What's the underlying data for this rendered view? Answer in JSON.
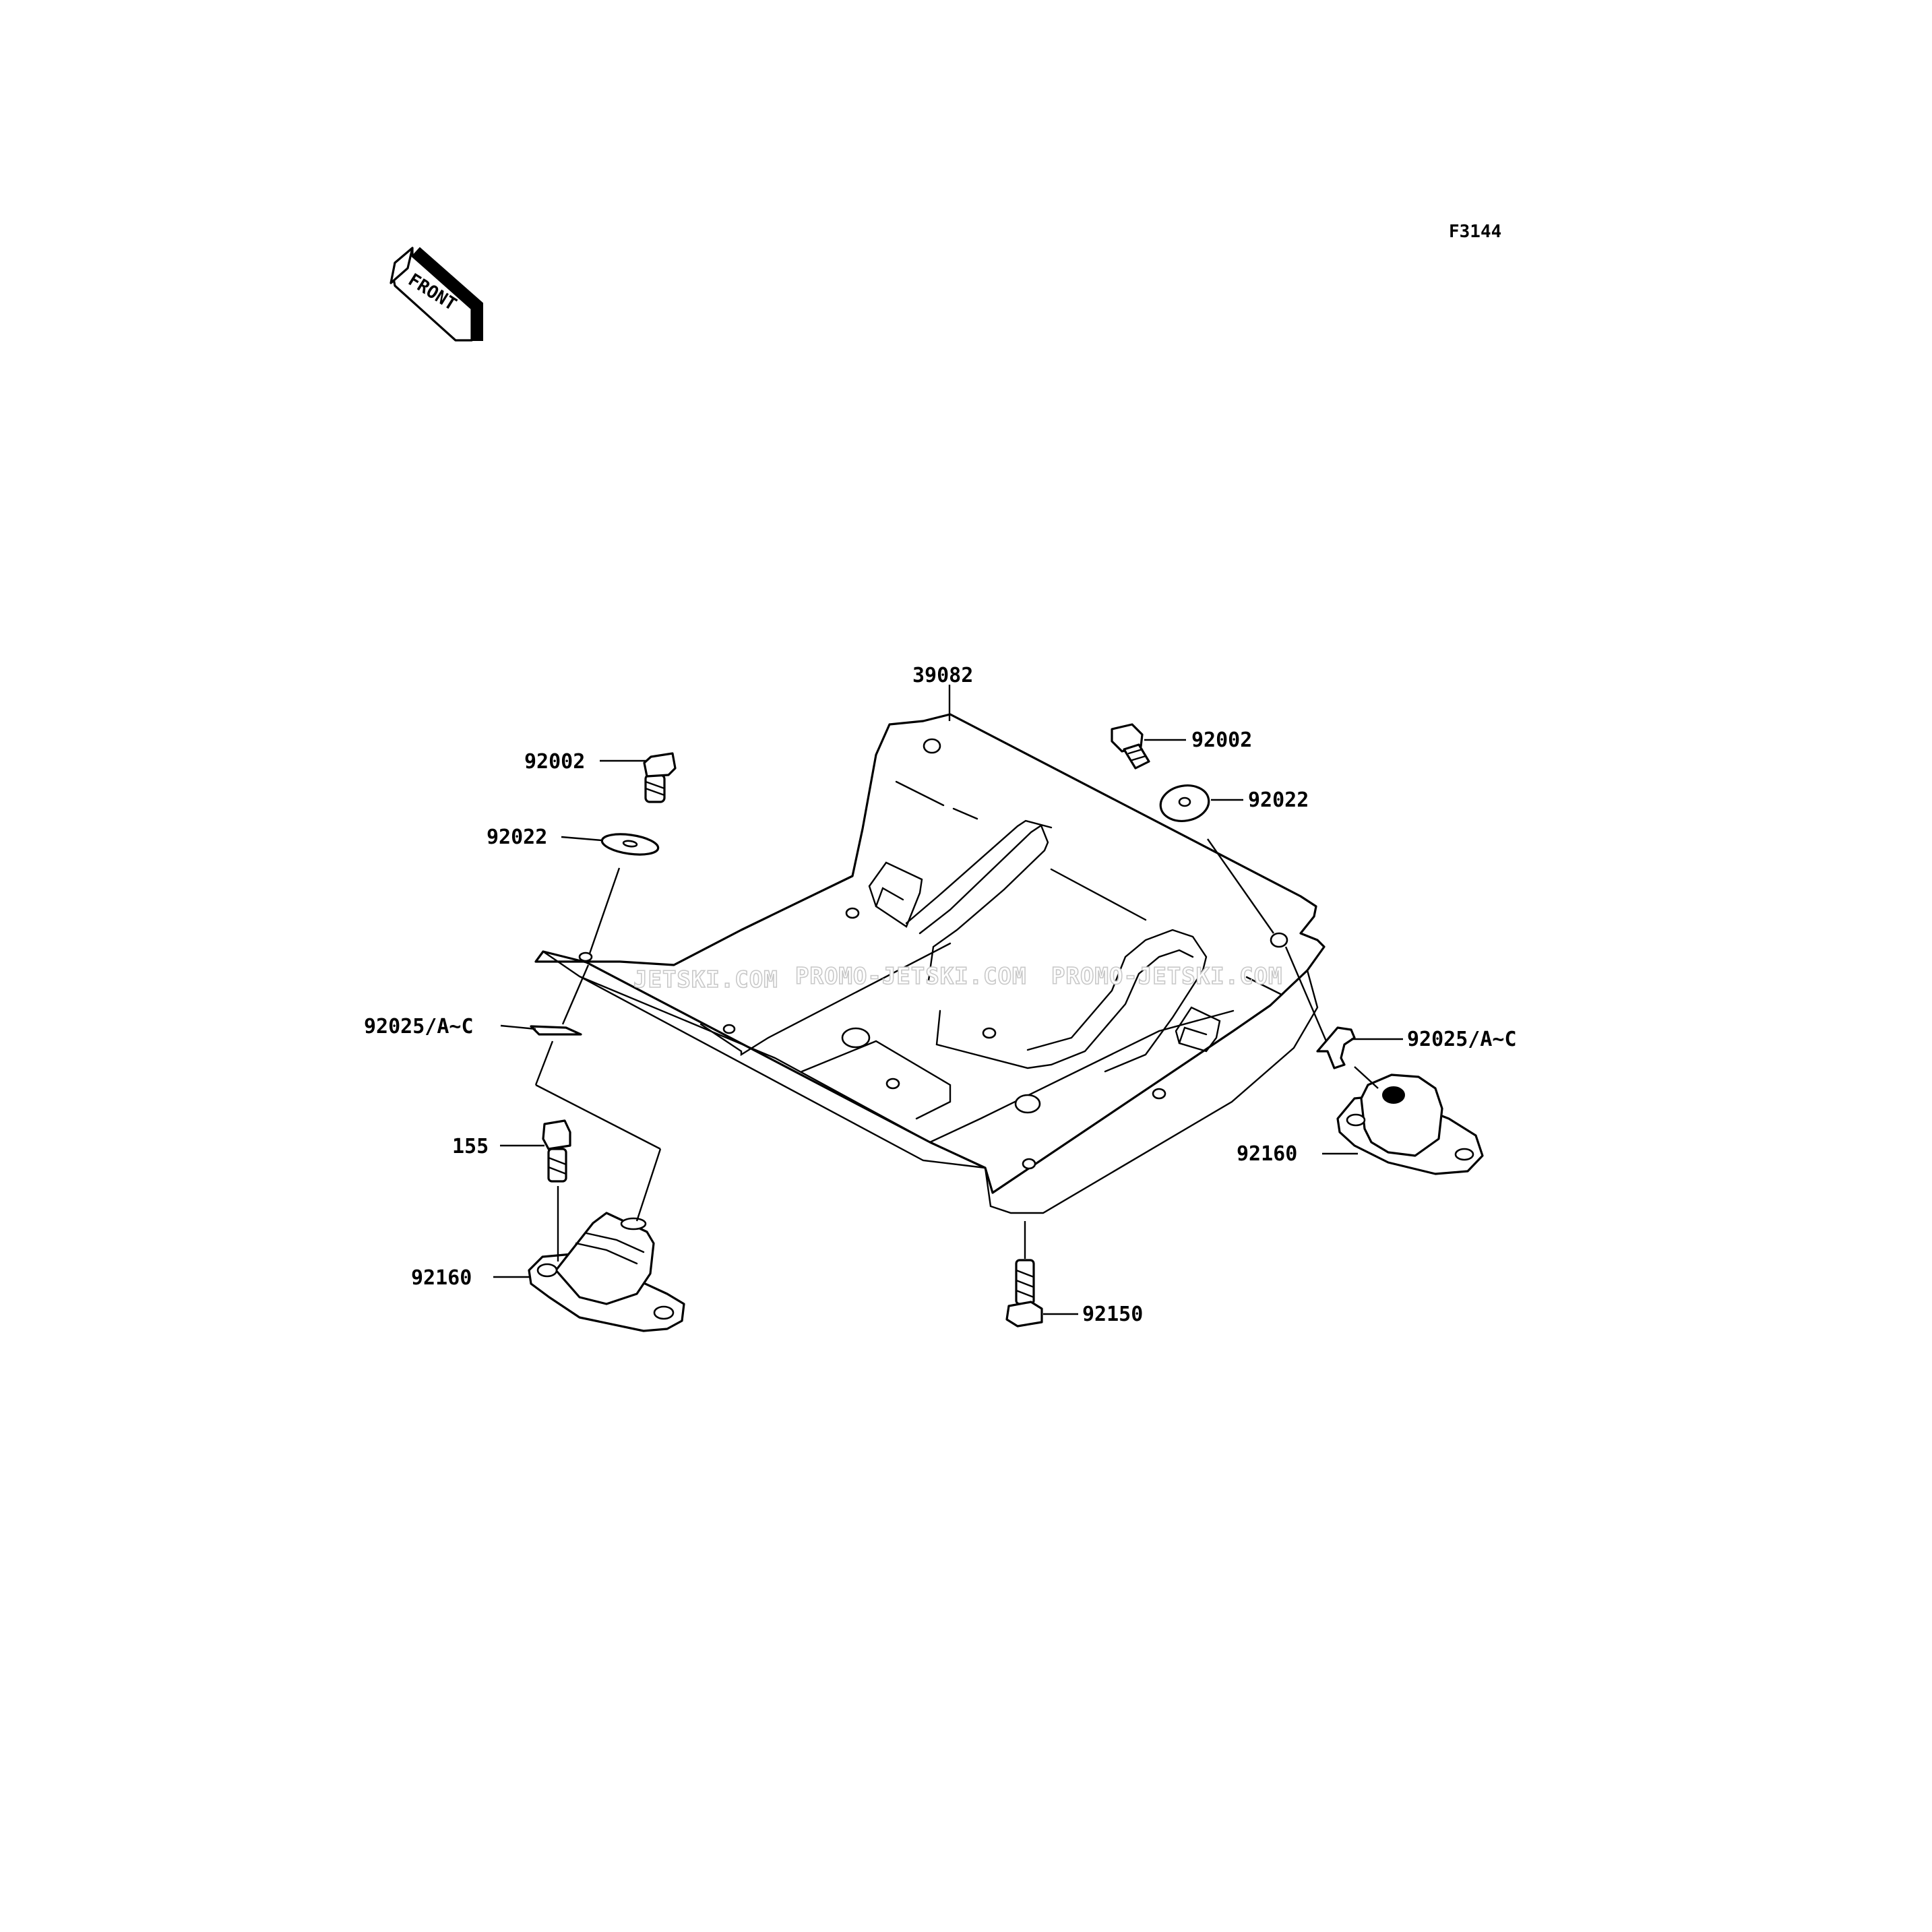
{
  "figure_code": "F3144",
  "front_marker": "FRONT",
  "watermarks": [
    "JETSKI.COM",
    "PROMO-JETSKI.COM",
    "PROMO-JETSKI.COM"
  ],
  "callouts": {
    "plate": "39082",
    "bolt_left": "92002",
    "bolt_right": "92002",
    "washer_left": "92022",
    "washer_right": "92022",
    "shim_left": "92025/A~C",
    "shim_right": "92025/A~C",
    "bolt_155": "155",
    "mount_left": "92160",
    "mount_right": "92160",
    "bolt_bottom": "92150"
  }
}
